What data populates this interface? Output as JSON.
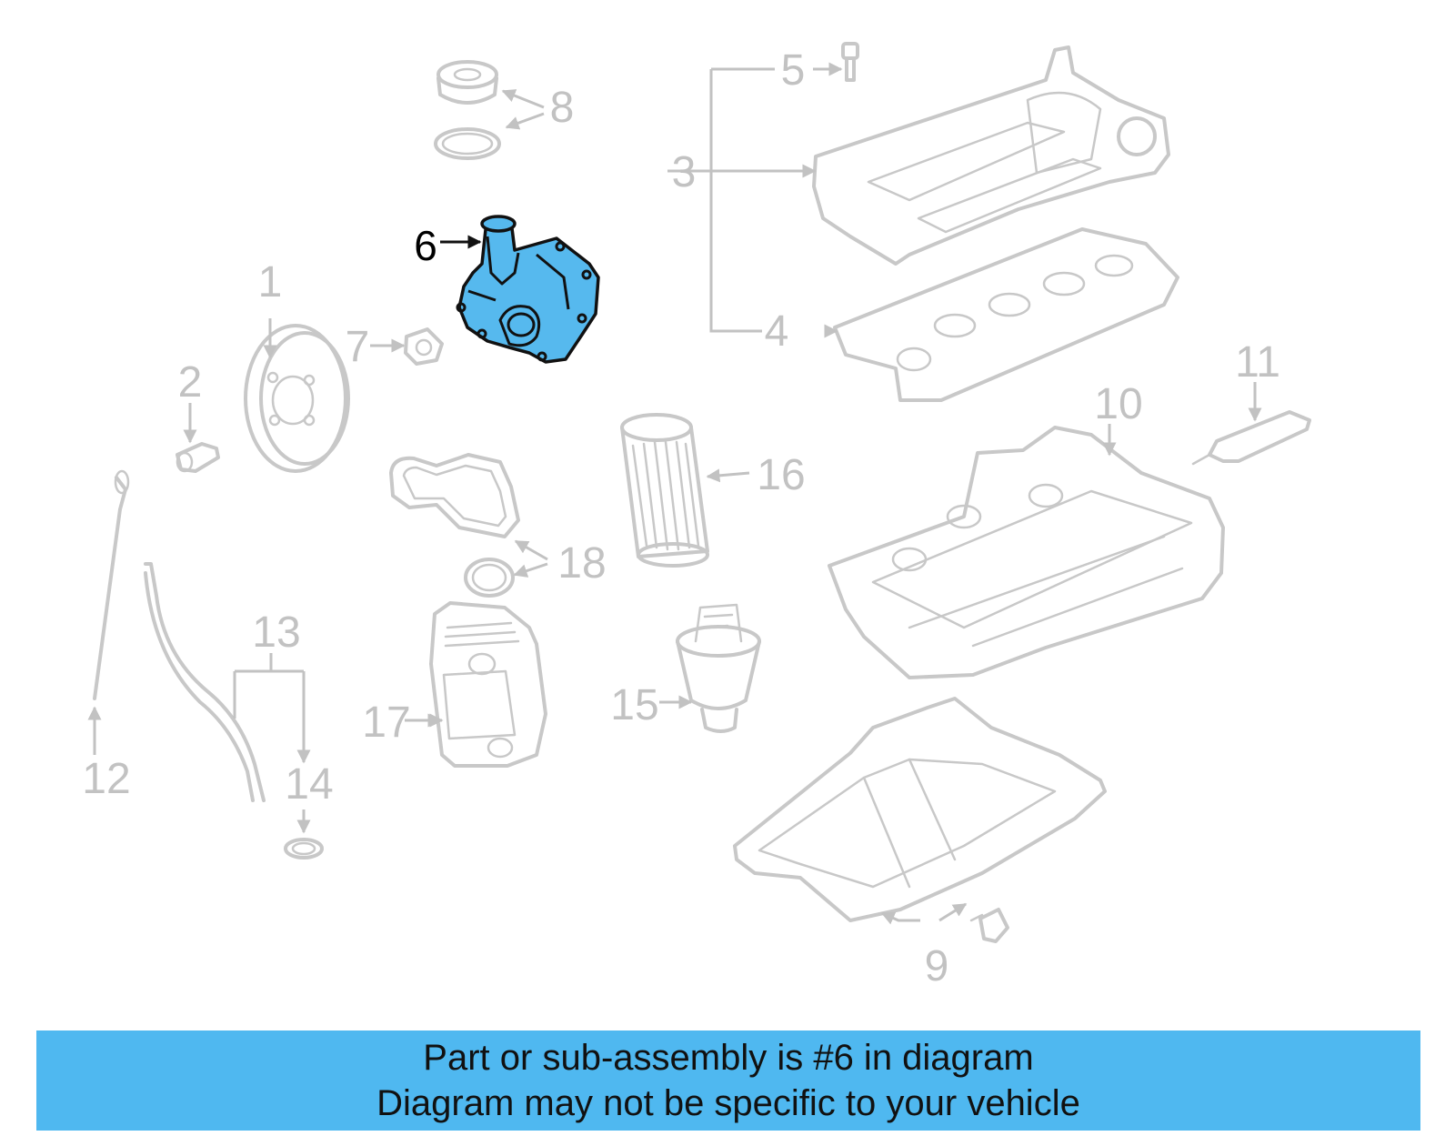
{
  "callouts": [
    "1",
    "2",
    "3",
    "4",
    "5",
    "6",
    "7",
    "8",
    "9",
    "10",
    "11",
    "12",
    "13",
    "14",
    "15",
    "16",
    "17",
    "18"
  ],
  "highlighted_callout": "6",
  "colors": {
    "highlight_fill": "#56b9ee",
    "banner_background": "#4fb8f0",
    "part_lines": "#c8c8c8",
    "callout_text": "#c2c2c2",
    "active_text": "#000000"
  },
  "banner": {
    "line1": "Part or sub-assembly is #6 in diagram",
    "line2": "Diagram may not be specific to your vehicle"
  }
}
